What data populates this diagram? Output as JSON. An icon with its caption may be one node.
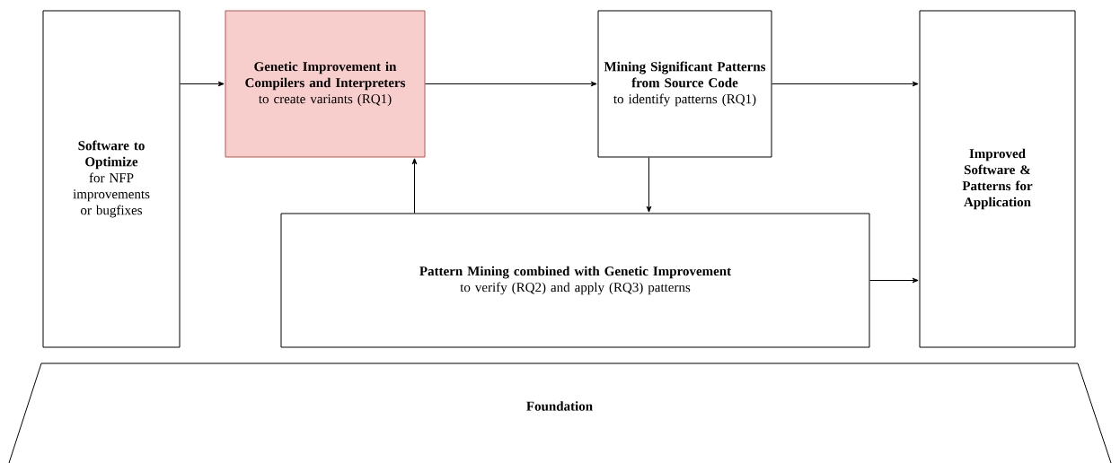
{
  "diagram": {
    "nodes": [
      {
        "text": [
          "Software to Optimize",
          "for NFP improvements or bugfixes"
        ]
      },
      {
        "text": [
          "Genetic Improvement in Compilers and Interpreters",
          "to create variants (RQ1)"
        ]
      },
      {
        "text": [
          "Mining Significant Patterns from Source Code",
          "to identify patterns (RQ1)"
        ]
      },
      {
        "text": [
          "Pattern Mining combined with Genetic Improvement",
          "to verify (RQ2) and apply (RQ3) patterns"
        ]
      },
      {
        "text": [
          "Improved Software & Patterns for Application"
        ]
      },
      {
        "text": [
          "Foundation"
        ]
      }
    ],
    "edges": [
      {
        "from": 0,
        "to": 1,
        "arrow": "to"
      },
      {
        "from": 1,
        "to": 2,
        "arrow": "to"
      },
      {
        "from": 2,
        "to": 4,
        "arrow": "to"
      },
      {
        "from": 2,
        "to": 3,
        "arrow": "to"
      },
      {
        "from": 3,
        "to": 1,
        "arrow": "to"
      },
      {
        "from": 3,
        "to": 4,
        "arrow": "to"
      }
    ]
  }
}
